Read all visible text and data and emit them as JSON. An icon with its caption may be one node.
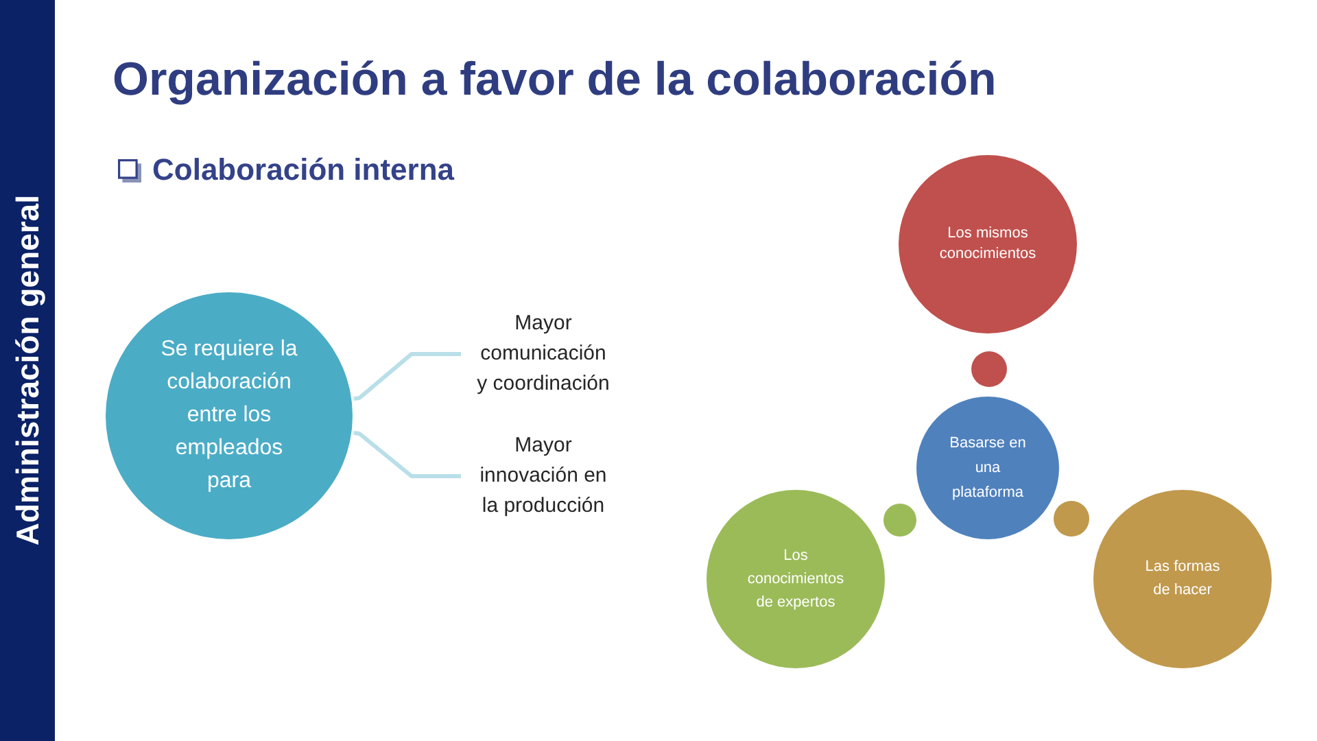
{
  "diagram": {
    "title": "Organización a favor de la colaboración",
    "nodes": [
      {
        "text": [
          "Se requiere la colaboración entre los empleados para"
        ]
      },
      {
        "text": [
          "Mayor comunicación y coordinación"
        ]
      },
      {
        "text": [
          "Mayor innovación en la producción"
        ]
      },
      {
        "text": [
          "Los mismos conocimientos"
        ]
      },
      {
        "text": [],
        "shape": "circle"
      },
      {
        "text": [
          "Basarse en una plataforma"
        ]
      },
      {
        "text": [],
        "shape": "circle"
      },
      {
        "text": [],
        "shape": "circle"
      },
      {
        "text": [
          "Los conocimientos de expertos"
        ]
      },
      {
        "text": [
          "Las formas de hacer"
        ]
      }
    ],
    "edges": [
      {
        "from": 0,
        "to": 1,
        "arrow": "none"
      },
      {
        "from": 0,
        "to": 2,
        "arrow": "none"
      }
    ],
    "labels": [
      "Colaboración interna",
      "Administración general"
    ]
  }
}
